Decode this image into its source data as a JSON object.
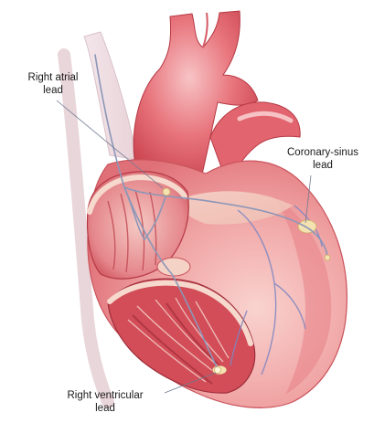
{
  "labels": {
    "right_atrial": {
      "line1": "Right atrial",
      "line2": "lead"
    },
    "coronary_sinus": {
      "line1": "Coronary-sinus",
      "line2": "lead"
    },
    "right_ventricular": {
      "line1": "Right ventricular",
      "line2": "lead"
    }
  },
  "colors": {
    "background": "#ffffff",
    "muscle_dark": "#c2383f",
    "muscle_mid": "#e2676f",
    "muscle_light": "#f2a7a9",
    "tissue_pale": "#f6d6c8",
    "fat_yellow": "#f4e3b0",
    "vein_blue": "#7f86c2",
    "lead_wire": "#8c96b8"
  }
}
